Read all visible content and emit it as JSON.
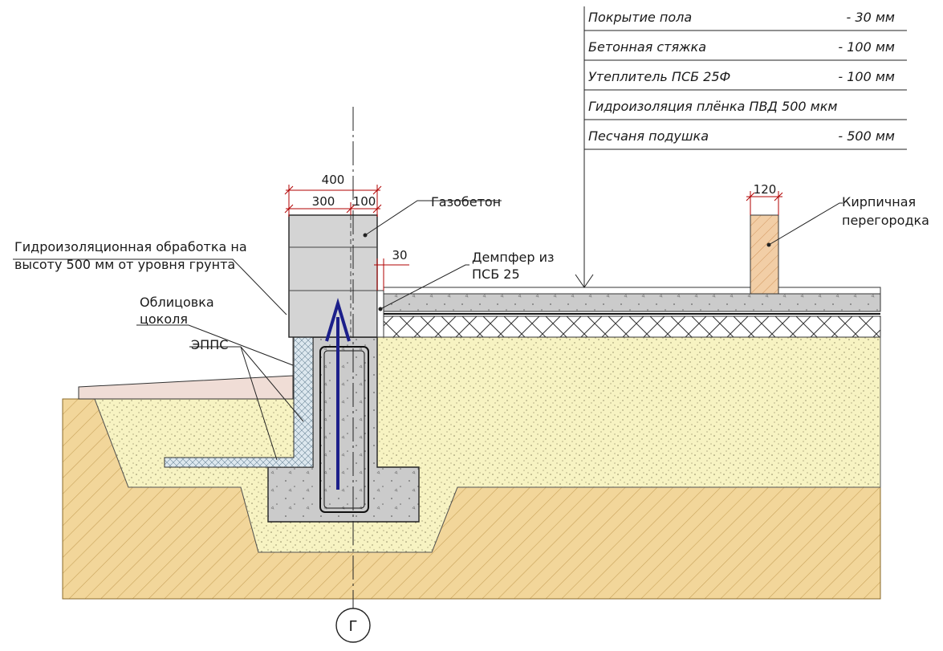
{
  "spec_table": [
    {
      "name": "Покрытие пола",
      "thickness": "- 30 мм"
    },
    {
      "name": "Бетонная стяжка",
      "thickness": "- 100 мм"
    },
    {
      "name": "Утеплитель ПСБ 25Ф",
      "thickness": "- 100 мм"
    },
    {
      "name": "Гидроизоляция плёнка ПВД 500 мкм",
      "thickness": ""
    },
    {
      "name": "Песчаня подушка",
      "thickness": "- 500 мм"
    }
  ],
  "labels": {
    "gazobeton": "Газобетон",
    "waterproof_line1": "Гидроизоляционная обработка на",
    "waterproof_line2": "высоту 500 мм от уровня грунта",
    "facing_line1": "Облицовка",
    "facing_line2": "цоколя",
    "epps": "ЭППС",
    "damper_line1": "Демпфер из",
    "damper_line2": "ПСБ 25",
    "brick_line1": "Кирпичная",
    "brick_line2": "перегородка"
  },
  "dimensions": {
    "total_width": "400",
    "part_a": "300",
    "part_b": "100",
    "damper": "30",
    "partition": "120"
  },
  "axis_label": "Г",
  "colors": {
    "block": "#d4d4d4",
    "concrete": "#cbcbcb",
    "sand": "#f7f3c2",
    "soil": "#f2d69a",
    "brick": "#f2cea6",
    "paving": "#f0ddd6",
    "epps": "#dde8ef",
    "arrow": "#1c1f8a",
    "dim_red": "#b00000"
  }
}
